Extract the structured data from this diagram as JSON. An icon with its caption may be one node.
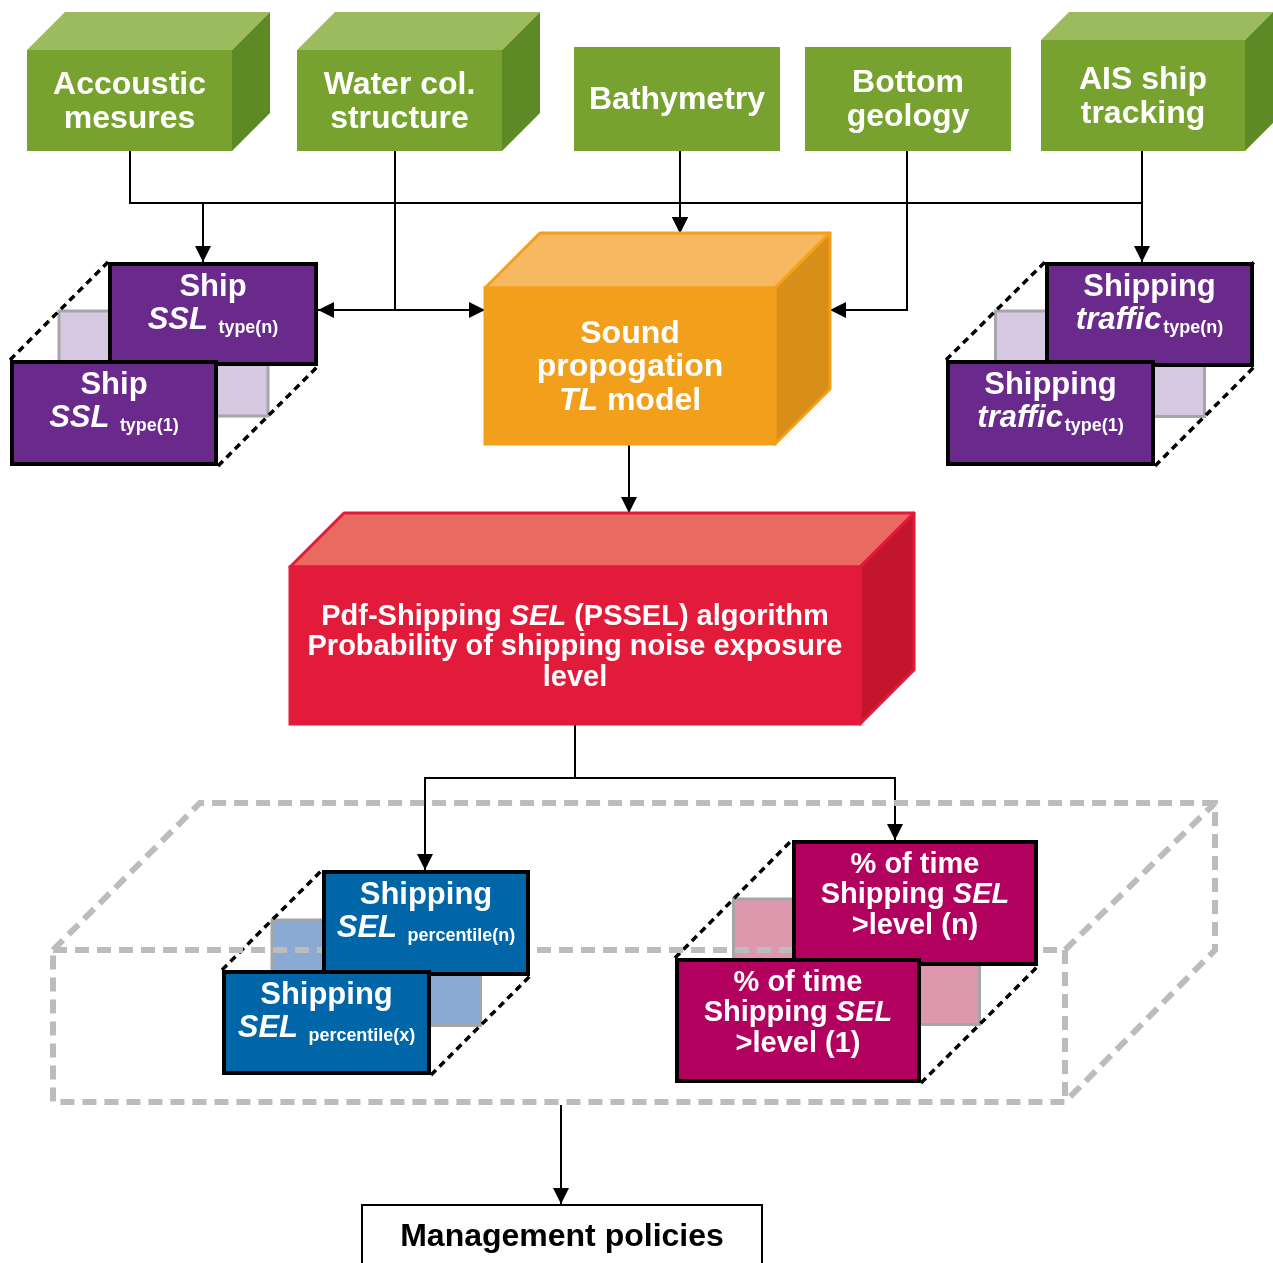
{
  "diagram": {
    "nodes": [
      {
        "text": [
          "Accoustic mesures"
        ]
      },
      {
        "text": [
          "Water col. structure"
        ]
      },
      {
        "text": [
          "Bathymetry"
        ]
      },
      {
        "text": [
          "Bottom geology"
        ]
      },
      {
        "text": [
          "AIS ship tracking"
        ]
      },
      {
        "text": [
          "Ship",
          "*SSL* $_{type(n)}$"
        ]
      },
      {
        "text": [
          "Ship",
          "*SSL* $_{type(1)}$"
        ]
      },
      {
        "text": [
          "Sound propogation *TL* model"
        ]
      },
      {
        "text": [
          "Shipping",
          "*traffic*$_{type(n)}$"
        ]
      },
      {
        "text": [
          "Shipping",
          "*traffic*$_{type(1)}$"
        ]
      },
      {
        "text": [
          "Pdf-Shipping *SEL* (PSSEL) algorithm",
          "Probability of shipping noise exposure level"
        ]
      },
      {
        "text": [],
        "shape": "box"
      },
      {
        "text": [
          "Shipping",
          "*SEL* $_{percentile(n)}$"
        ],
        "in": 11
      },
      {
        "text": [
          "Shipping",
          "*SEL* $_{percentile(x)}$"
        ],
        "in": 11
      },
      {
        "text": [
          "% of time Shipping *SEL* >level (n)"
        ],
        "in": 11
      },
      {
        "text": [
          "% of time Shipping *SEL* >level (1)"
        ],
        "in": 11
      },
      {
        "text": [
          "Management policies"
        ]
      }
    ],
    "edges": [
      {
        "from": 0,
        "to": 5,
        "arrow": "to"
      },
      {
        "from": 0,
        "to": 7,
        "arrow": "to"
      },
      {
        "from": 2,
        "to": 7,
        "arrow": "to"
      },
      {
        "from": 4,
        "to": 7,
        "arrow": "to"
      },
      {
        "from": 4,
        "to": 8,
        "arrow": "to"
      },
      {
        "from": 1,
        "to": 5,
        "arrow": "to"
      },
      {
        "from": 1,
        "to": 7,
        "arrow": "to"
      },
      {
        "from": 3,
        "to": 7,
        "arrow": "to"
      },
      {
        "from": 7,
        "to": 10,
        "arrow": "to"
      },
      {
        "from": 10,
        "to": 12,
        "arrow": "to"
      },
      {
        "from": 10,
        "to": 14,
        "arrow": "to"
      },
      {
        "from": 11,
        "to": 16,
        "arrow": "to"
      }
    ]
  }
}
